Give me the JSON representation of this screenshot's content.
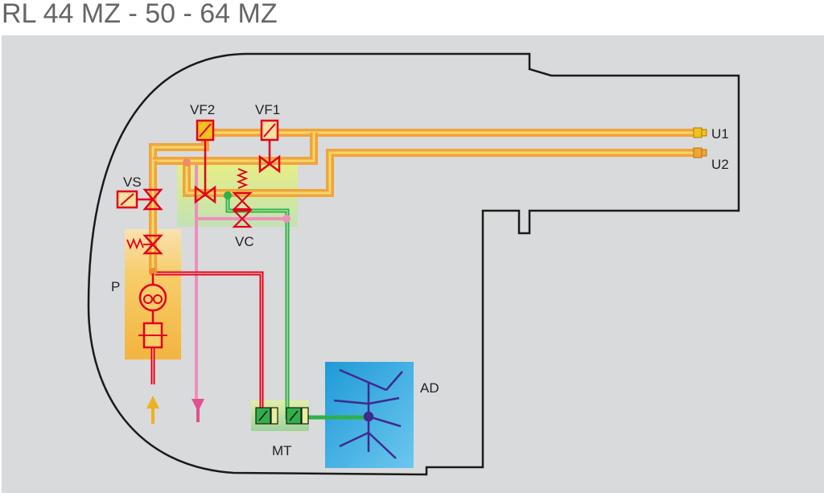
{
  "title": "RL 44 MZ - 50 - 64 MZ",
  "labels": {
    "vf2": "VF2",
    "vf1": "VF1",
    "vs": "VS",
    "vc": "VC",
    "p": "P",
    "mt": "MT",
    "ad": "AD",
    "u1": "U1",
    "u2": "U2"
  },
  "colors": {
    "background": "#d9dadb",
    "title": "#666666",
    "outline": "#1a1a1a",
    "fuel_line": "#f0a43a",
    "fuel_line_core": "#f6d66a",
    "valve_red": "#e2001a",
    "green_line": "#2fb04a",
    "pink_line": "#ee8fc0",
    "air_damper_blue": "#2fa6e0",
    "damper_purple": "#3f2a8f",
    "pump_block": "#f7c45a",
    "valve_block": "#e9ee9a"
  }
}
